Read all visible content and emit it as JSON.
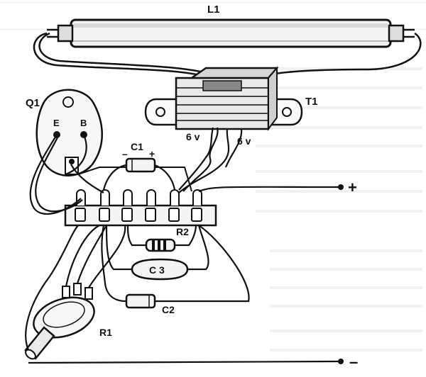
{
  "labels": {
    "lamp": "L1",
    "transistor": "Q1",
    "emitter": "E",
    "base": "B",
    "transformer": "T1",
    "tap_left": "6 v",
    "tap_right": "6 v",
    "cap1": "C1",
    "cap1_minus": "–",
    "cap1_plus": "+",
    "plus_terminal": "+",
    "minus_terminal": "–",
    "res2": "R2",
    "cap3": "C 3",
    "cap2": "C2",
    "pot": "R1"
  },
  "colors": {
    "ink": "#111111",
    "paper": "#ffffff",
    "component_fill": "#f4f4f4",
    "ghost_text": "#cfcfcf"
  },
  "icons": {
    "lamp": "fluorescent-tube-icon",
    "transistor": "to3-transistor-icon",
    "transformer": "transformer-icon",
    "potentiometer": "potentiometer-icon"
  }
}
